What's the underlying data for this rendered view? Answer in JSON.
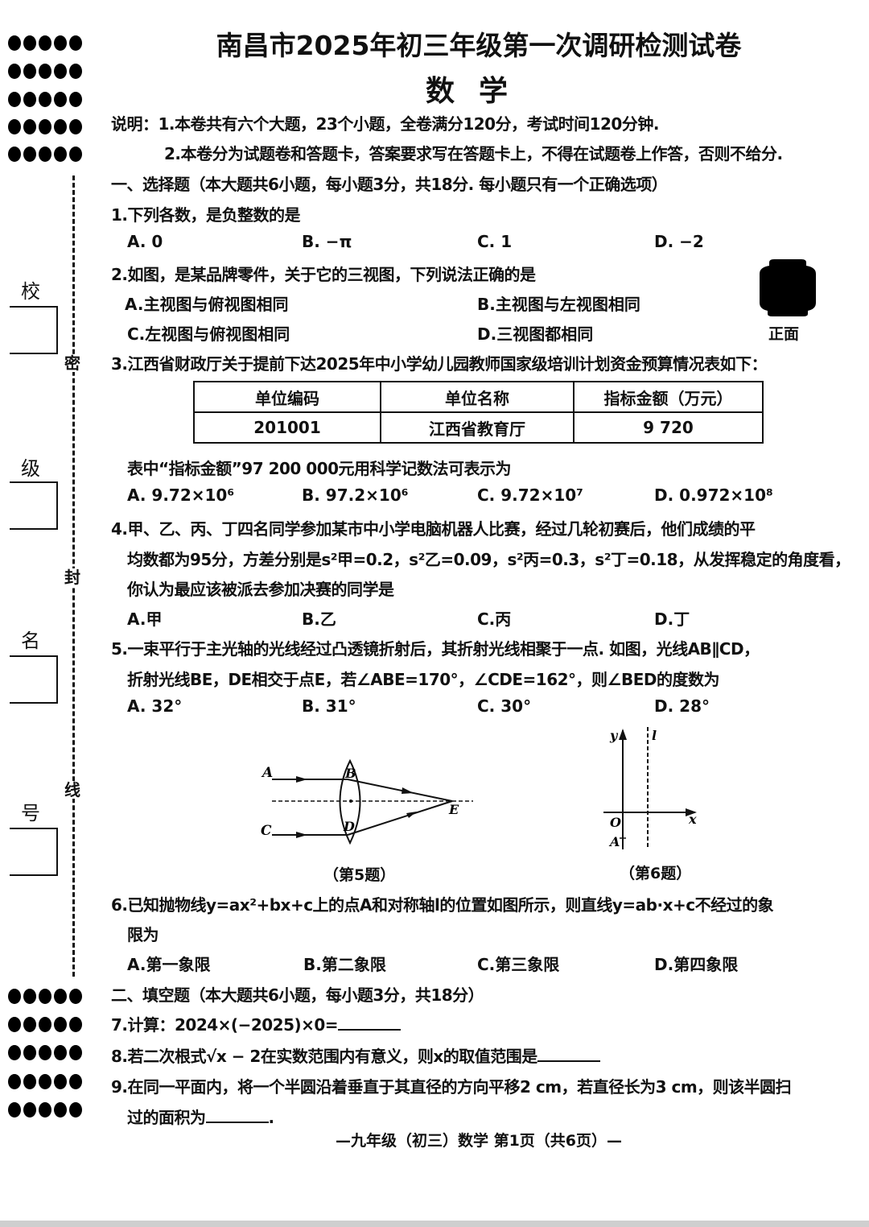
{
  "header": {
    "title": "南昌市2025年初三年级第一次调研检测试卷",
    "subject": "数学"
  },
  "instructions": {
    "line1": "说明：1.本卷共有六个大题，23个小题，全卷满分120分，考试时间120分钟.",
    "line2": "2.本卷分为试题卷和答题卡，答案要求写在答题卡上，不得在试题卷上作答，否则不给分."
  },
  "binding_margin": {
    "fields": [
      {
        "label": "校"
      },
      {
        "label": "级"
      },
      {
        "label": "名"
      },
      {
        "label": "号"
      }
    ],
    "seal_chars": [
      "密",
      "封",
      "线"
    ]
  },
  "section1": {
    "heading": "一、选择题（本大题共6小题，每小题3分，共18分. 每小题只有一个正确选项）"
  },
  "questions": {
    "q1": {
      "stem": "1.下列各数，是负整数的是",
      "options": [
        "A. 0",
        "B. −π",
        "C. 1",
        "D. −2"
      ]
    },
    "q2": {
      "stem": "2.如图，是某品牌零件，关于它的三视图，下列说法正确的是",
      "options": [
        "A.主视图与俯视图相同",
        "B.主视图与左视图相同",
        "C.左视图与俯视图相同",
        "D.三视图都相同"
      ],
      "figure_label": "正面",
      "figure_icon": "cylinder-part-icon"
    },
    "q3": {
      "stem": "3.江西省财政厅关于提前下达2025年中小学幼儿园教师国家级培训计划资金预算情况表如下：",
      "table": {
        "headers": [
          "单位编码",
          "单位名称",
          "指标金额（万元）"
        ],
        "rows": [
          [
            "201001",
            "江西省教育厅",
            "9 720"
          ]
        ]
      },
      "followup": "表中“指标金额”97 200 000元用科学记数法可表示为",
      "options": [
        "A. 9.72×10⁶",
        "B. 97.2×10⁶",
        "C. 9.72×10⁷",
        "D. 0.972×10⁸"
      ]
    },
    "q4": {
      "line1": "4.甲、乙、丙、丁四名同学参加某市中小学电脑机器人比赛，经过几轮初赛后，他们成绩的平",
      "line2": "均数都为95分，方差分别是s²甲=0.2，s²乙=0.09，s²丙=0.3，s²丁=0.18，从发挥稳定的角度看，",
      "line3": "你认为最应该被派去参加决赛的同学是",
      "options": [
        "A.甲",
        "B.乙",
        "C.丙",
        "D.丁"
      ]
    },
    "q5": {
      "line1": "5.一束平行于主光轴的光线经过凸透镜折射后，其折射光线相聚于一点. 如图，光线AB∥CD，",
      "line2": "折射光线BE，DE相交于点E，若∠ABE=170°，∠CDE=162°，则∠BED的度数为",
      "options": [
        "A. 32°",
        "B. 31°",
        "C. 30°",
        "D. 28°"
      ],
      "figure_caption": "（第5题）",
      "figure_labels": [
        "A",
        "B",
        "C",
        "D",
        "E"
      ]
    },
    "q6": {
      "line1": "6.已知抛物线y=ax²+bx+c上的点A和对称轴l的位置如图所示，则直线y=ab·x+c不经过的象",
      "line2": "限为",
      "options": [
        "A.第一象限",
        "B.第二象限",
        "C.第三象限",
        "D.第四象限"
      ],
      "figure_caption": "（第6题）",
      "figure_labels": [
        "y",
        "l",
        "O",
        "x",
        "A"
      ]
    }
  },
  "section2": {
    "heading": "二、填空题（本大题共6小题，每小题3分，共18分）"
  },
  "fill": {
    "q7": "7.计算：2024×(−2025)×0=",
    "q8_pre": "8.若二次根式√x − 2在实数范围内有意义，则x的取值范围是",
    "q9_line1": "9.在同一平面内，将一个半圆沿着垂直于其直径的方向平移2 cm，若直径长为3 cm，则该半圆扫",
    "q9_line2": "过的面积为",
    "q9_end": "."
  },
  "footer": {
    "text": "—九年级（初三）数学 第1页（共6页）—"
  }
}
